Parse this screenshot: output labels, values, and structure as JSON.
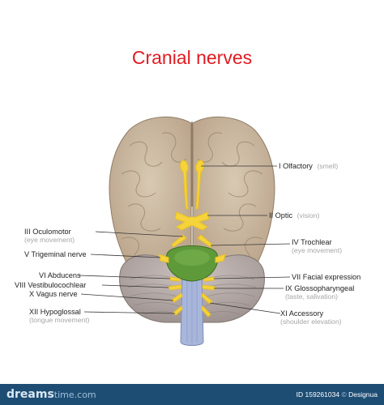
{
  "title": "Cranial nerves",
  "labels_right": [
    {
      "name": "I Olfactory",
      "sub": "(smell)"
    },
    {
      "name": "II Optic",
      "sub": "(vision)"
    },
    {
      "name": "IV Trochlear",
      "sub": "(eye movement)"
    },
    {
      "name": "VII Facial expression",
      "sub": ""
    },
    {
      "name": "IX Glossopharyngeal",
      "sub": "(taste, salivation)"
    },
    {
      "name": "XI Accessory",
      "sub": "(shoulder elevation)"
    }
  ],
  "labels_left": [
    {
      "name": "III Oculomotor",
      "sub": "(eye movement)"
    },
    {
      "name": "V Trigeminal nerve",
      "sub": ""
    },
    {
      "name": "VI Abducens",
      "sub": ""
    },
    {
      "name": "VIII Vestibulocochlear",
      "sub": ""
    },
    {
      "name": "X Vagus nerve",
      "sub": ""
    },
    {
      "name": "XII Hypoglossal",
      "sub": "(tongue movement)"
    }
  ],
  "footer": {
    "brand_main": "dreams",
    "brand_tld": "time.com",
    "id_text": "ID 159261034",
    "separator": "©",
    "author": "Designua"
  },
  "colors": {
    "title": "#e01b22",
    "brain": "#cdbca3",
    "cerebellum": "#bdb3b0",
    "pons": "#5f9a3a",
    "nerve": "#f5d33a",
    "brainstem": "#a9b6db",
    "footer": "#1e4d74"
  }
}
